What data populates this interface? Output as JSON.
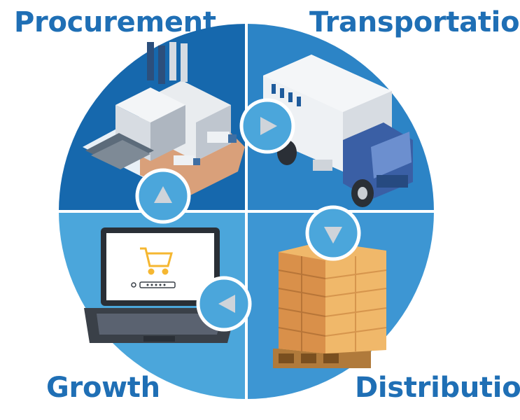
{
  "stages": {
    "procurement": "Procurement",
    "transportation": "Transportation",
    "distribution": "Distribution",
    "growth": "Growth"
  },
  "colors": {
    "label_text": "#1f6fb5",
    "quadrant_procurement": "#1668ad",
    "quadrant_transportation": "#2c84c6",
    "quadrant_growth": "#4ba6db",
    "quadrant_distribution": "#3d96d3",
    "arrow_badge": "#4ba6db",
    "arrow_glyph": "#cfd4da"
  },
  "icons": [
    "factory-icon",
    "truck-icon",
    "laptop-cart-icon",
    "boxes-pallet-icon"
  ]
}
